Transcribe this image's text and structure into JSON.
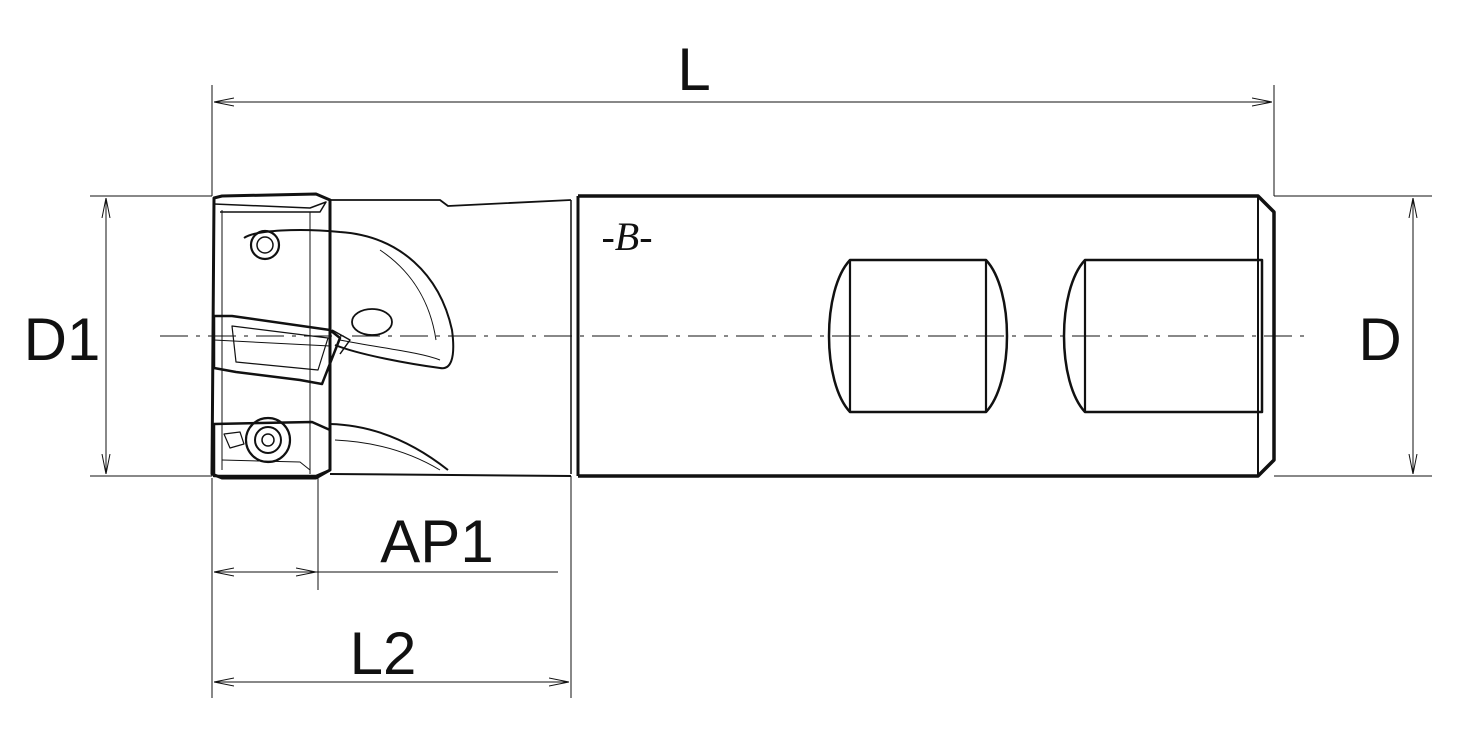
{
  "dimensions": {
    "overall_length": "L",
    "head_diameter": "D1",
    "shank_diameter": "D",
    "max_depth_of_cut": "AP1",
    "head_length": "L2"
  },
  "datum": {
    "shank": "-B-"
  },
  "colors": {
    "stroke": "#111111",
    "background": "#ffffff"
  }
}
